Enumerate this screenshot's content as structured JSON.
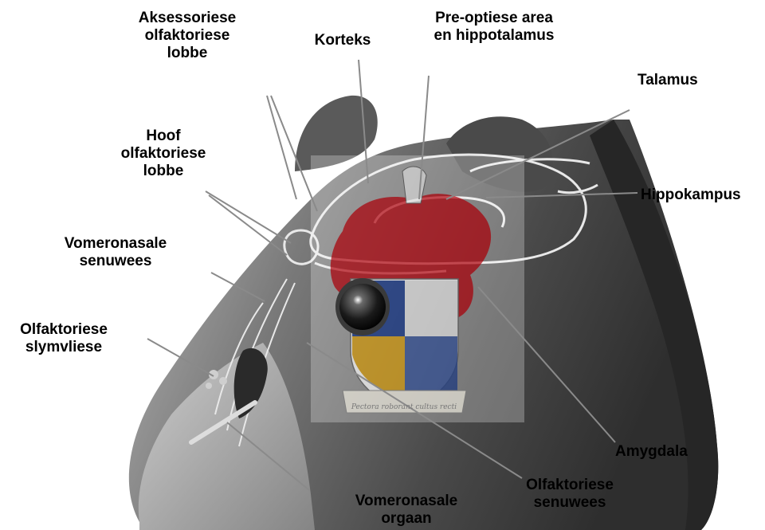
{
  "labels": {
    "aksessoriese": [
      "Aksessoriese",
      "olfaktoriese",
      "lobbe"
    ],
    "korteks": [
      "Korteks"
    ],
    "preoptiese": [
      "Pre-optiese area",
      "en hippotalamus"
    ],
    "talamus": [
      "Talamus"
    ],
    "hoof": [
      "Hoof",
      "olfaktoriese",
      "lobbe"
    ],
    "hippokampus": [
      "Hippokampus"
    ],
    "vomeronasale_senuwees": [
      "Vomeronasale",
      "senuwees"
    ],
    "olfaktoriese_slymvliese": [
      "Olfaktoriese",
      "slymvliese"
    ],
    "amygdala": [
      "Amygdala"
    ],
    "olfaktoriese_senuwees": [
      "Olfaktoriese",
      "senuwees"
    ],
    "vomeronasale_orgaan": [
      "Vomeronasale",
      "orgaan"
    ]
  },
  "watermark": {
    "motto": "Pectora roborant cultus recti"
  },
  "colors": {
    "head_dark": "#3c3c3c",
    "head_mid": "#6a6a6a",
    "head_light": "#a8a8a8",
    "outline": "#e8e8e8",
    "leader": "#8a8a8a",
    "crest_red": "#b5121b",
    "crest_blue": "#1f3f8f",
    "crest_gold": "#d9a21b"
  }
}
